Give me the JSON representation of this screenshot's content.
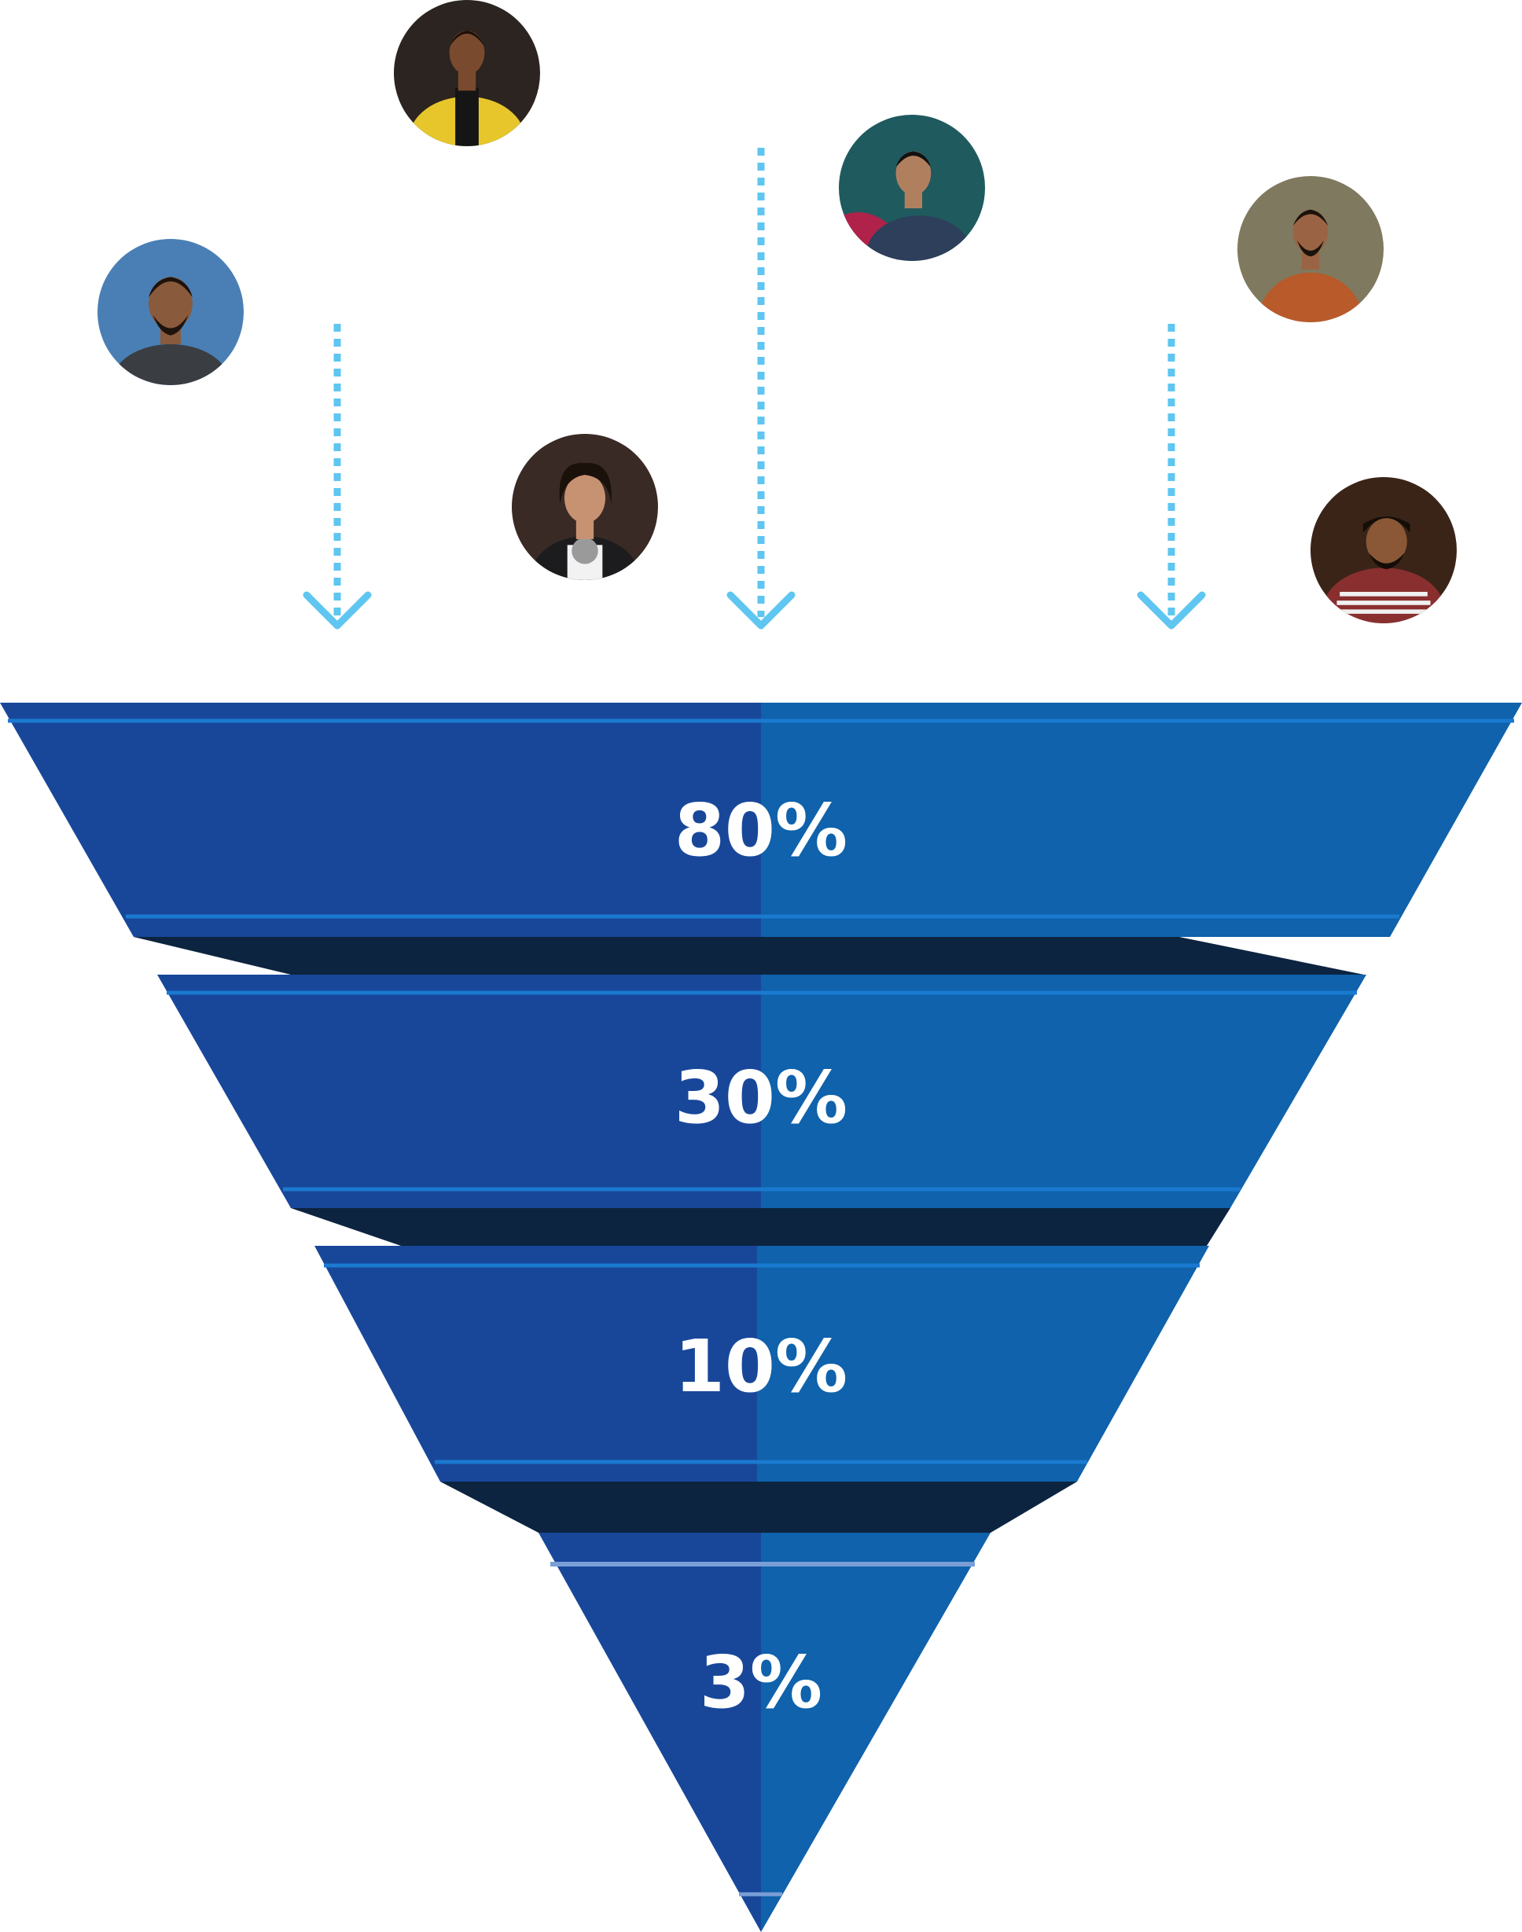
{
  "colors": {
    "arrow": "#5ec6f0",
    "funnel_left": "#18479a",
    "funnel_right": "#0f62ab",
    "funnel_stripe": "#1a7ad0",
    "funnel_shadow": "#0c2440",
    "label": "#ffffff"
  },
  "avatars": [
    {
      "name": "avatar-1",
      "skin": "#8a5a3c",
      "hair": "#1e130c",
      "shirt": "#3a3d42",
      "bg": "#4a7fb5"
    },
    {
      "name": "avatar-2",
      "skin": "#7a4a2e",
      "hair": "#1a0f08",
      "shirt": "#e6c62a",
      "bg": "#2b2420"
    },
    {
      "name": "avatar-3",
      "skin": "#c79272",
      "hair": "#1a110a",
      "shirt": "#1c1c1e",
      "bg": "#3a2a25"
    },
    {
      "name": "avatar-4",
      "skin": "#b0805e",
      "hair": "#141010",
      "shirt": "#2d3f5a",
      "bg": "#1f5a5f"
    },
    {
      "name": "avatar-5",
      "skin": "#9a6444",
      "hair": "#1a120c",
      "shirt": "#b85a2a",
      "bg": "#7f7a5f"
    },
    {
      "name": "avatar-6",
      "skin": "#8a5836",
      "hair": "#140d08",
      "shirt": "#8a2f2f",
      "bg": "#3a2418"
    }
  ],
  "funnel": {
    "stages": [
      {
        "label": "80%",
        "value": 80
      },
      {
        "label": "30%",
        "value": 30
      },
      {
        "label": "10%",
        "value": 10
      },
      {
        "label": "3%",
        "value": 3
      }
    ]
  }
}
